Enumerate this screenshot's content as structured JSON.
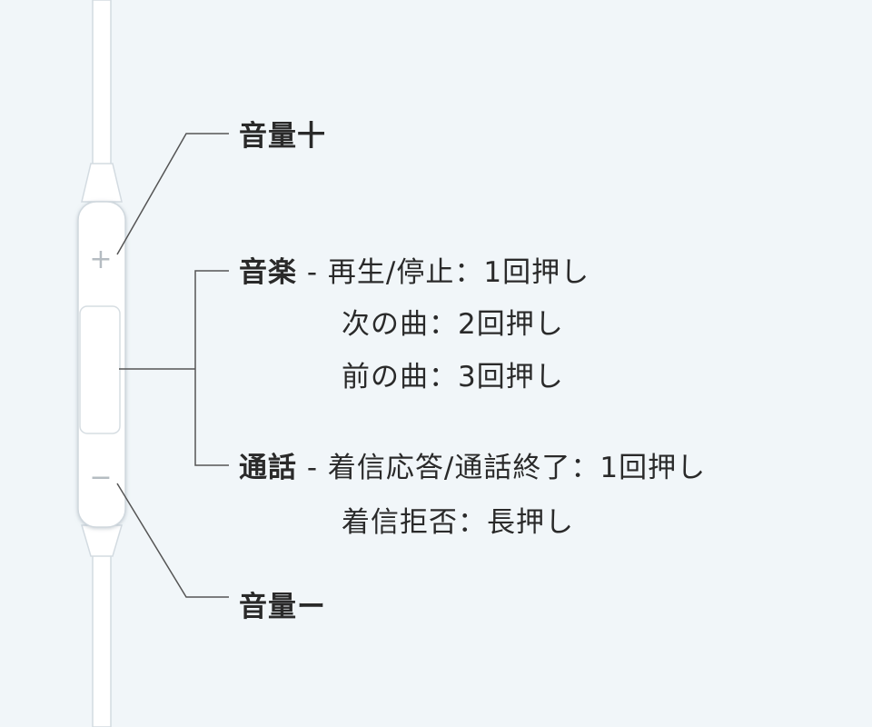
{
  "remote": {
    "plus_symbol": "+",
    "minus_symbol": "−",
    "colors": {
      "background": "#f1f6f9",
      "cable": "#ffffff",
      "line": "#555555",
      "text": "#2a2a2a"
    }
  },
  "labels": {
    "volume_up": "音量十",
    "music": {
      "head": "音楽",
      "separator": " - ",
      "lines": [
        "再生/停止：1回押し",
        "次の曲：2回押し",
        "前の曲：3回押し"
      ]
    },
    "call": {
      "head": "通話",
      "separator": " - ",
      "lines": [
        "着信応答/通話終了：1回押し",
        "着信拒否：長押し"
      ]
    },
    "volume_down": "音量ー"
  }
}
